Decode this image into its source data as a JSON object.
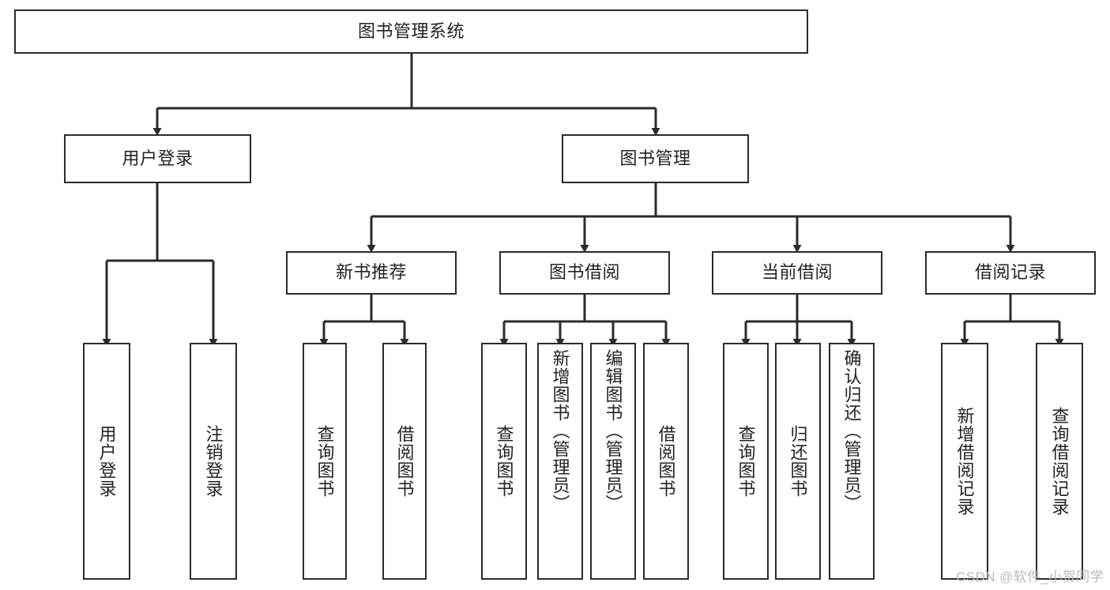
{
  "diagram": {
    "type": "tree",
    "title": "图书管理系统",
    "orientation": "top-down",
    "line_color": "#2b2b2b",
    "box_fill": "#ffffff",
    "text_color": "#222222"
  },
  "root": {
    "label": "图书管理系统"
  },
  "level2": [
    {
      "label": "用户登录"
    },
    {
      "label": "图书管理"
    }
  ],
  "level3": [
    {
      "label": "新书推荐"
    },
    {
      "label": "图书借阅"
    },
    {
      "label": "当前借阅"
    },
    {
      "label": "借阅记录"
    }
  ],
  "leaves": {
    "user_login": [
      {
        "label": "用户登录"
      },
      {
        "label": "注销登录"
      }
    ],
    "new_book_recommend": [
      {
        "label": "查询图书"
      },
      {
        "label": "借阅图书"
      }
    ],
    "book_borrow": [
      {
        "label": "查询图书"
      },
      {
        "label": "新增图书（管理员）"
      },
      {
        "label": "编辑图书（管理员）"
      },
      {
        "label": "借阅图书"
      }
    ],
    "current_borrow": [
      {
        "label": "查询图书"
      },
      {
        "label": "归还图书"
      },
      {
        "label": "确认归还（管理员）"
      }
    ],
    "borrow_records": [
      {
        "label": "新增借阅记录"
      },
      {
        "label": "查询借阅记录"
      }
    ]
  },
  "watermark": {
    "text": "CSDN @软件_小贺同学"
  }
}
